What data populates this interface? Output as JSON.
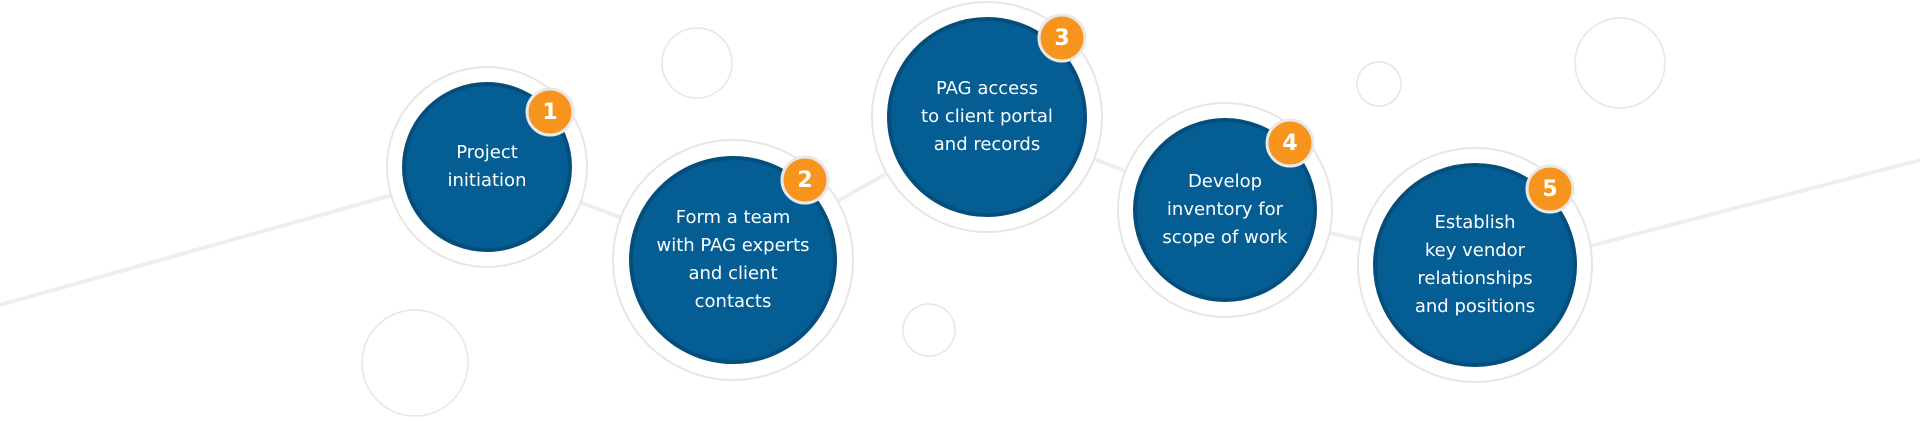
{
  "colors": {
    "circle_fill": "#045e94",
    "circle_border": "#034e7c",
    "badge_fill": "#f7941d",
    "ring_stroke": "#e6e6e6",
    "connector": "#eeeeee",
    "text": "#ffffff"
  },
  "steps": [
    {
      "number": "1",
      "lines": [
        "Project",
        "initiation"
      ]
    },
    {
      "number": "2",
      "lines": [
        "Form a team",
        "with PAG experts",
        "and client",
        "contacts"
      ]
    },
    {
      "number": "3",
      "lines": [
        "PAG access",
        "to client portal",
        "and records"
      ]
    },
    {
      "number": "4",
      "lines": [
        "Develop",
        "inventory for",
        "scope of work"
      ]
    },
    {
      "number": "5",
      "lines": [
        "Establish",
        "key vendor",
        "relationships",
        "and positions"
      ]
    }
  ]
}
